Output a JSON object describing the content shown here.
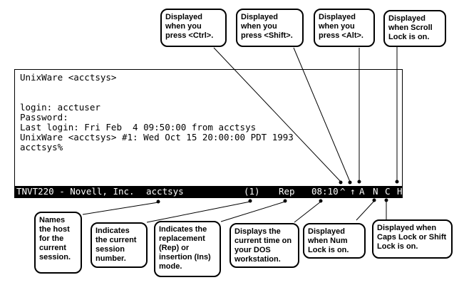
{
  "terminal": {
    "screen_lines": [
      "UnixWare <acctsys>",
      "",
      "",
      "login: acctuser",
      "Password:",
      "Last login: Fri Feb  4 09:50:00 from acctsys",
      "UnixWare <acctsys> #1: Wed Oct 15 20:00:00 PDT 1993",
      "acctsys%"
    ],
    "status_bar": {
      "title": "TNVT220 - Novell, Inc.",
      "host": "acctsys",
      "session_number": "(1)",
      "mode": "Rep",
      "time": "08:10",
      "ctrl_indicator": "^",
      "shift_indicator": "↑",
      "alt_indicator": "A",
      "num_lock_indicator": "N",
      "caps_lock_indicator": "C",
      "scroll_lock_indicator": "H",
      "bg_color": "#000000",
      "fg_color": "#ffffff"
    }
  },
  "callouts": {
    "top": [
      {
        "id": "ctrl",
        "text": "Displayed when you press <Ctrl>."
      },
      {
        "id": "shift",
        "text": "Displayed when you press <Shift>."
      },
      {
        "id": "alt",
        "text": "Displayed when you press <Alt>."
      },
      {
        "id": "scroll",
        "text": "Displayed when Scroll Lock is on."
      }
    ],
    "bottom": [
      {
        "id": "host",
        "text": "Names the host for the current session."
      },
      {
        "id": "session",
        "text": "Indicates the current session number."
      },
      {
        "id": "mode",
        "text": "Indicates the replacement (Rep) or insertion (Ins) mode."
      },
      {
        "id": "time",
        "text": "Displays the current time on your DOS workstation."
      },
      {
        "id": "num",
        "text": "Displayed when Num Lock is on."
      },
      {
        "id": "caps",
        "text": "Displayed when Caps Lock or Shift Lock is on."
      }
    ]
  }
}
